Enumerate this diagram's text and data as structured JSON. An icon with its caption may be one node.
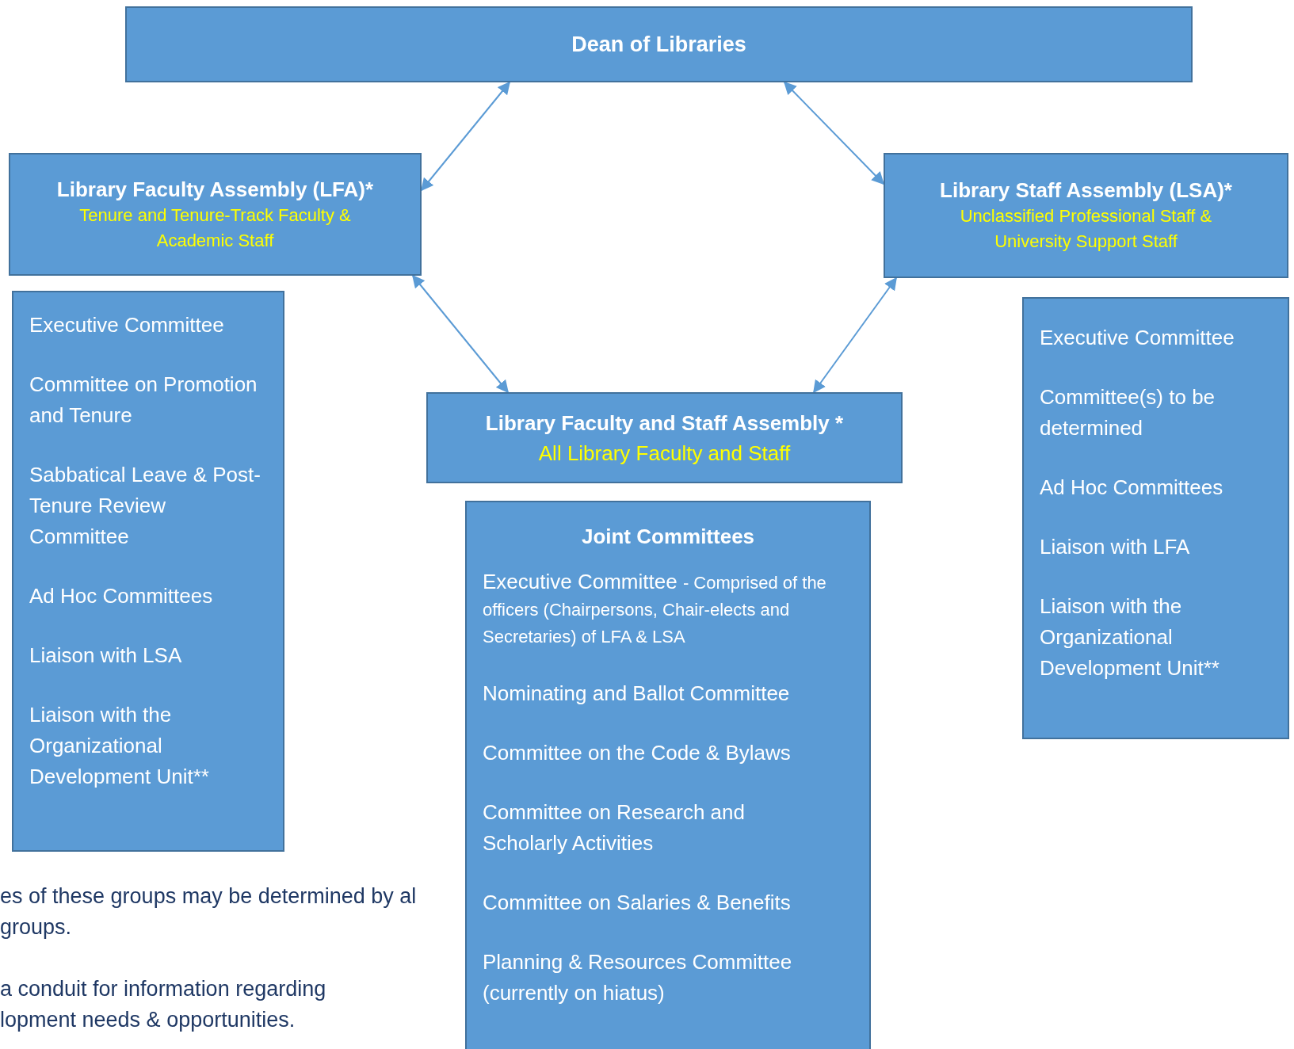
{
  "diagram": {
    "nodes": [
      {
        "text": [
          "Dean of Libraries"
        ]
      },
      {
        "text": [
          "Library Faculty Assembly (LFA)*",
          "Tenure and Tenure-Track Faculty & Academic Staff"
        ]
      },
      {
        "text": [
          "Library Staff Assembly (LSA)*",
          "Unclassified Professional Staff & University Support Staff"
        ]
      },
      {
        "text": [
          "Executive Committee",
          "Committee on Promotion and Tenure",
          "Sabbatical Leave & Post-Tenure Review Committee",
          "Ad Hoc Committees",
          "Liaison with LSA",
          "Liaison with the Organizational Development Unit**"
        ]
      },
      {
        "text": [
          "Executive Committee",
          "Committee(s) to be determined",
          "Ad Hoc Committees",
          "Liaison with LFA",
          "Liaison with the Organizational Development Unit**"
        ]
      },
      {
        "text": [
          "Library Faculty and Staff Assembly *",
          "All Library Faculty and Staff"
        ]
      },
      {
        "text": [
          "Joint Committees",
          "Executive Committee",
          "- Comprised of the officers (Chairpersons, Chair-elects and Secretaries) of LFA & LSA",
          "Nominating and Ballot Committee",
          "Committee on the Code & Bylaws",
          "Committee on Research and Scholarly Activities",
          "Committee on Salaries & Benefits",
          "Planning & Resources Committee (currently on hiatus)"
        ]
      }
    ],
    "edges": [
      {
        "from": 0,
        "to": 1,
        "arrow": "both"
      },
      {
        "from": 0,
        "to": 2,
        "arrow": "both"
      },
      {
        "from": 1,
        "to": 5,
        "arrow": "both"
      },
      {
        "from": 2,
        "to": 5,
        "arrow": "both"
      }
    ],
    "labels": [
      "es of these groups may be determined by al groups.",
      "a conduit for information regarding lopment needs & opportunities."
    ]
  }
}
